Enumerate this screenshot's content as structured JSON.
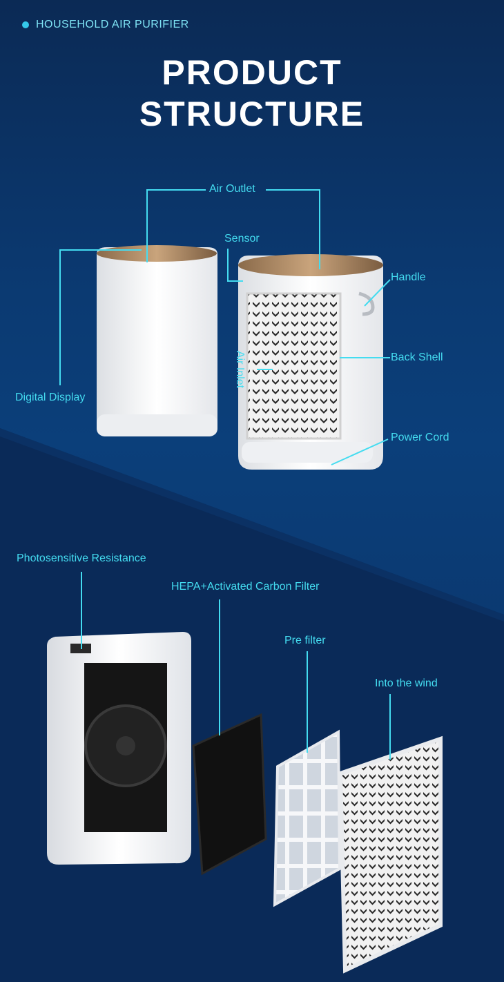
{
  "header": {
    "tag": "HOUSEHOLD AIR PURIFIER",
    "title_line1": "PRODUCT",
    "title_line2": "STRUCTURE"
  },
  "labels_top": {
    "air_outlet": "Air Outlet",
    "sensor": "Sensor",
    "handle": "Handle",
    "back_shell": "Back Shell",
    "air_inlet": "Air Inlet",
    "digital_display": "Digital Display",
    "power_cord": "Power Cord"
  },
  "labels_bottom": {
    "photosensitive": "Photosensitive Resistance",
    "hepa": "HEPA+Activated Carbon Filter",
    "pre_filter": "Pre filter",
    "into_wind": "Into the wind"
  },
  "colors": {
    "accent": "#44dcf0",
    "background_dark": "#0a2e60",
    "background_mid": "#0b3f7a"
  }
}
